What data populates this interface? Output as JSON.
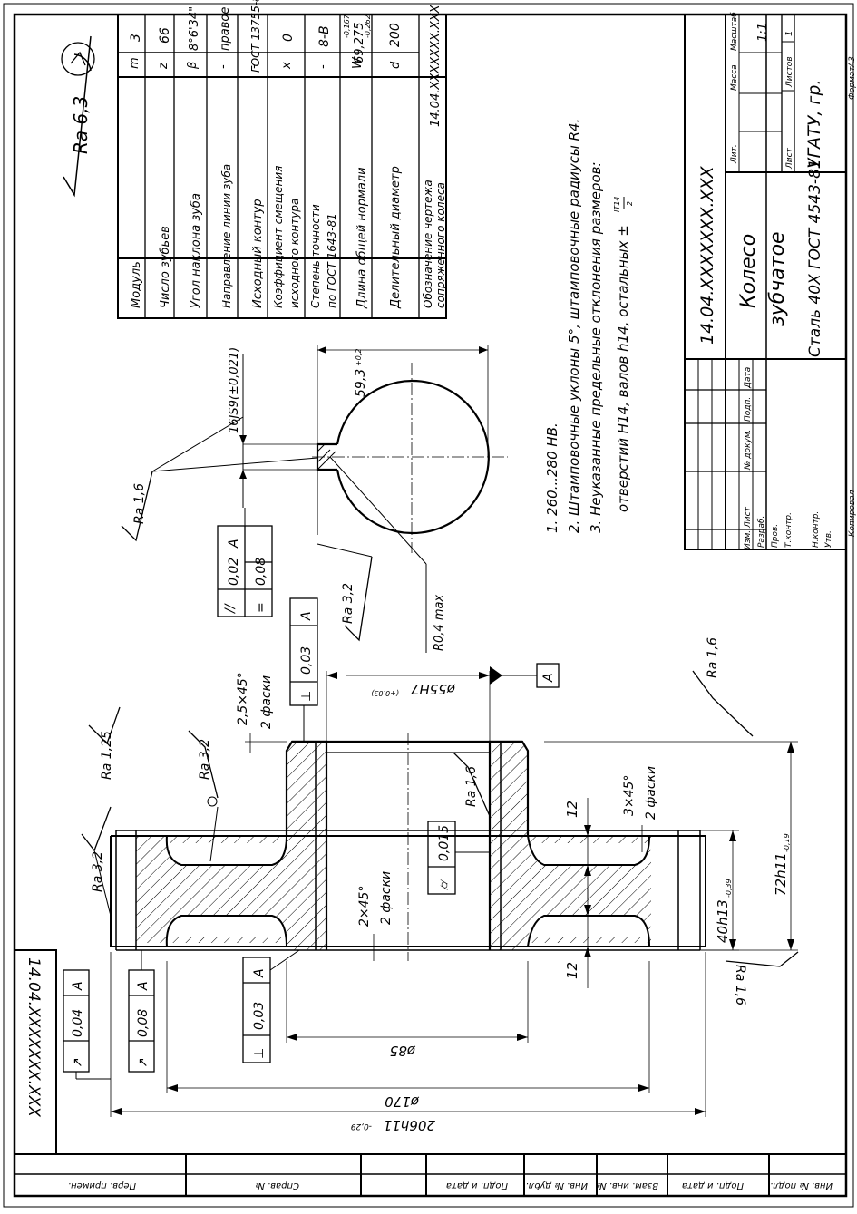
{
  "drawing_number": "14.04.XXXXXXX.XXX",
  "drawing_number_corner": "14.04.XXXXXXX.XXX",
  "part_name_line1": "Колесо",
  "part_name_line2": "зубчатое",
  "material": "Сталь 40Х ГОСТ 4543-81",
  "organization": "УГАТУ, гр.",
  "copied_label": "Копировал",
  "format_label": "Формат",
  "format_value": "А3",
  "general_roughness": "Ra 6,3",
  "gear_params": [
    {
      "name": "Модуль",
      "sym": "m",
      "val": "3"
    },
    {
      "name": "Число зубьев",
      "sym": "z",
      "val": "66"
    },
    {
      "name": "Угол наклона зуба",
      "sym": "β",
      "val": "8°6'34\""
    },
    {
      "name": "Направление линии зуба",
      "sym": "-",
      "val": "правое"
    },
    {
      "name": "Исходный контур",
      "sym": "-",
      "val": "ГОСТ 13755-81"
    },
    {
      "name": "Коэффициент смещения",
      "name2": "исходного контура",
      "sym": "x",
      "val": "0"
    },
    {
      "name": "Степень точности",
      "name2": "по ГОСТ 1643-81",
      "sym": "-",
      "val": "8-В"
    },
    {
      "name": "Длина общей нормали",
      "sym": "W",
      "val": "69,275",
      "tol_up": "-0,167",
      "tol_lo": "-0,262"
    },
    {
      "name": "Делительный диаметр",
      "sym": "d",
      "val": "200"
    },
    {
      "name": "Обозначение чертежа",
      "name2": "сопряженного колеса",
      "sym": "",
      "val": "14.04.XXXXXXX.XXX"
    }
  ],
  "notes": [
    "1. 260...280 HB.",
    "2. Штамповочные уклоны 5°, штамповочные радиусы R4.",
    "3. Неуказанные предельные отклонения размеров:",
    "отверстий H14, валов h14, остальных ±"
  ],
  "notes_fraction": {
    "num": "IT14",
    "den": "2"
  },
  "title_block": {
    "lit": "Лит.",
    "mass": "Масса",
    "scale": "Масштаб",
    "scale_value": "1:1",
    "sheet": "Лист",
    "sheets": "Листов",
    "sheets_value": "1",
    "rev_labels": [
      "Изм.",
      "Лист",
      "№ докум.",
      "Подп.",
      "Дата"
    ],
    "roles": [
      "Разраб.",
      "Пров.",
      "Т.контр.",
      "Н.контр.",
      "Утв."
    ]
  },
  "side_stamp_labels": [
    "Инв. № подл.",
    "Подп. и дата",
    "Взам. инв. №",
    "Инв. № дубл.",
    "Подп. и дата"
  ],
  "top_stamp_labels": [
    "Справ. №",
    "Перв. примен."
  ],
  "dims": {
    "d_outer": "206h11",
    "d_outer_tol": "-0,29",
    "d_170": "ø170",
    "d_85": "ø85",
    "bore": "ø55H7",
    "bore_tol": "(+0,03)",
    "hub_len": "72h11",
    "hub_len_tol": "-0,19",
    "rim_w": "40h13",
    "rim_w_tol": "-0,39",
    "keyway": "16JS9(±0,021)",
    "key_depth": "59,3",
    "key_depth_tol": "+0,2",
    "chamfer1": "2,5×45°",
    "chamfer1b": "2 фаски",
    "chamfer2": "2×45°",
    "chamfer2b": "2 фаски",
    "chamfer3": "3×45°",
    "chamfer3b": "2 фаски",
    "twelve": "12",
    "r04": "R0,4 max"
  },
  "roughness_marks": [
    "Ra 1,6",
    "Ra 3,2",
    "Ra 1,6",
    "Ra 1,25",
    "Ra 3,2",
    "Ra 3,2",
    "Ra 1,6",
    "Ra 1,6"
  ],
  "tolerance_frames": [
    {
      "sym": "//",
      "val": "0,02",
      "datum": "A"
    },
    {
      "sym": "=",
      "val": "0,08",
      "datum": ""
    },
    {
      "sym": "⊥",
      "val": "0,03",
      "datum": "A"
    },
    {
      "sym": "⌭",
      "val": "0,015",
      "datum": ""
    },
    {
      "sym": "↗",
      "val": "0,04",
      "datum": "A"
    },
    {
      "sym": "↗",
      "val": "0,08",
      "datum": "A"
    },
    {
      "sym": "⊥",
      "val": "0,03",
      "datum": "A"
    }
  ],
  "datum_label": "A"
}
